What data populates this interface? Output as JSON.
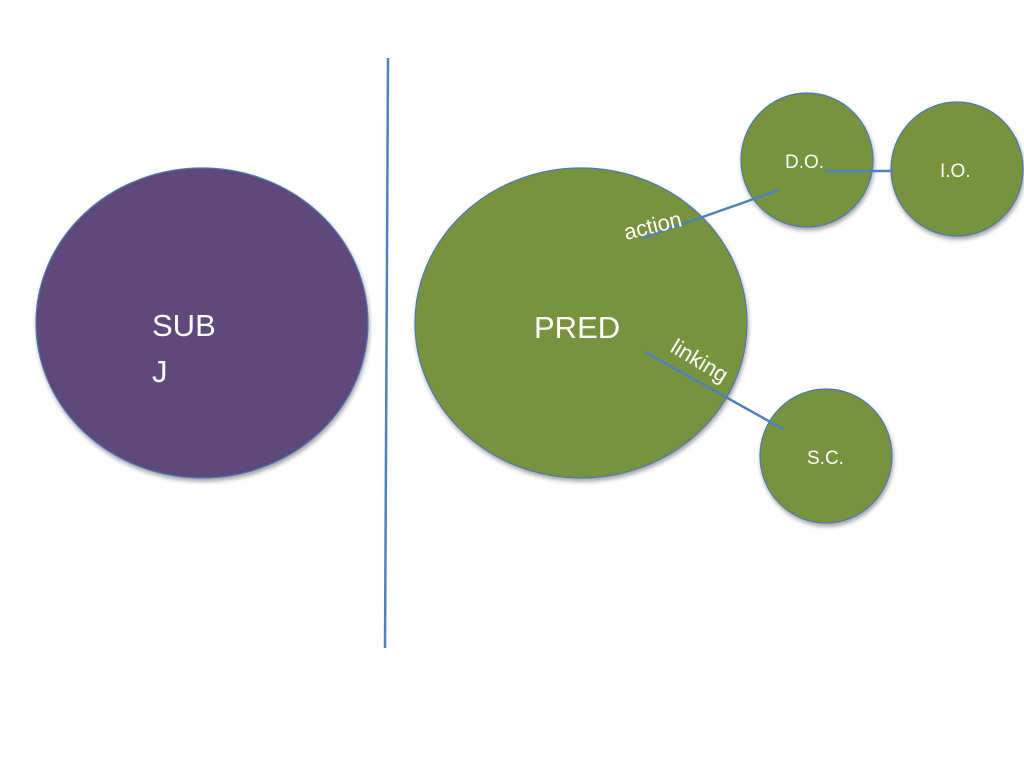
{
  "colors": {
    "subject_fill": "#5e4a7a",
    "predicate_fill": "#77933c",
    "outline": "#4f77b4",
    "line": "#4f81bd",
    "text": "#ffffff"
  },
  "nodes": {
    "subject": {
      "line1": "SUB",
      "line2": "J"
    },
    "predicate": {
      "label": "PRED"
    },
    "direct_object": {
      "label": "D.O."
    },
    "indirect_object": {
      "label": "I.O."
    },
    "subject_complement": {
      "label": "S.C."
    }
  },
  "edges": {
    "action": {
      "label": "action"
    },
    "linking": {
      "label": "linking"
    }
  }
}
